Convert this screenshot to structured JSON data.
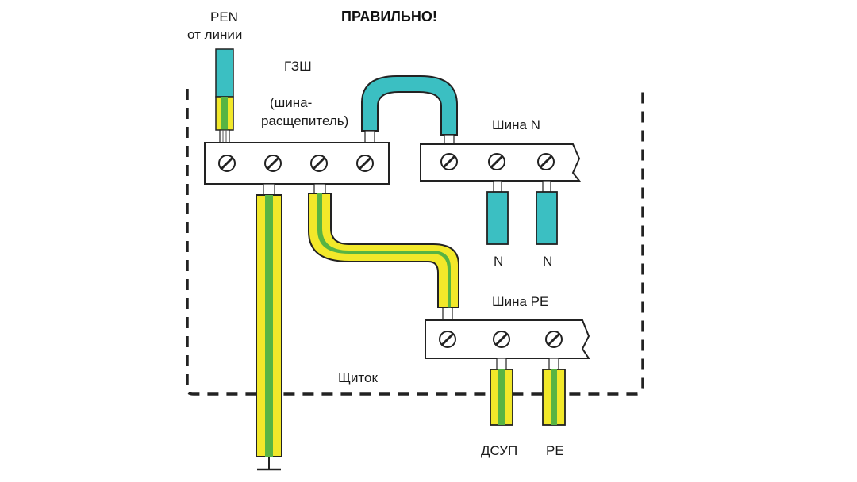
{
  "title": "ПРАВИЛЬНО!",
  "labels": {
    "pen_line_1": "PEN",
    "pen_line_2": "от линии",
    "gzsh": "ГЗШ",
    "splitter_1": "(шина-",
    "splitter_2": "расщепитель)",
    "bus_n": "Шина N",
    "n_1": "N",
    "n_2": "N",
    "bus_pe": "Шина PE",
    "panel": "Щиток",
    "dsup": "ДСУП",
    "pe": "PE"
  },
  "colors": {
    "neutral_blue": "#3bbfc2",
    "earth_yellow": "#f2e82a",
    "earth_green": "#58b443",
    "outline": "#222222",
    "bus_fill": "#ffffff"
  }
}
